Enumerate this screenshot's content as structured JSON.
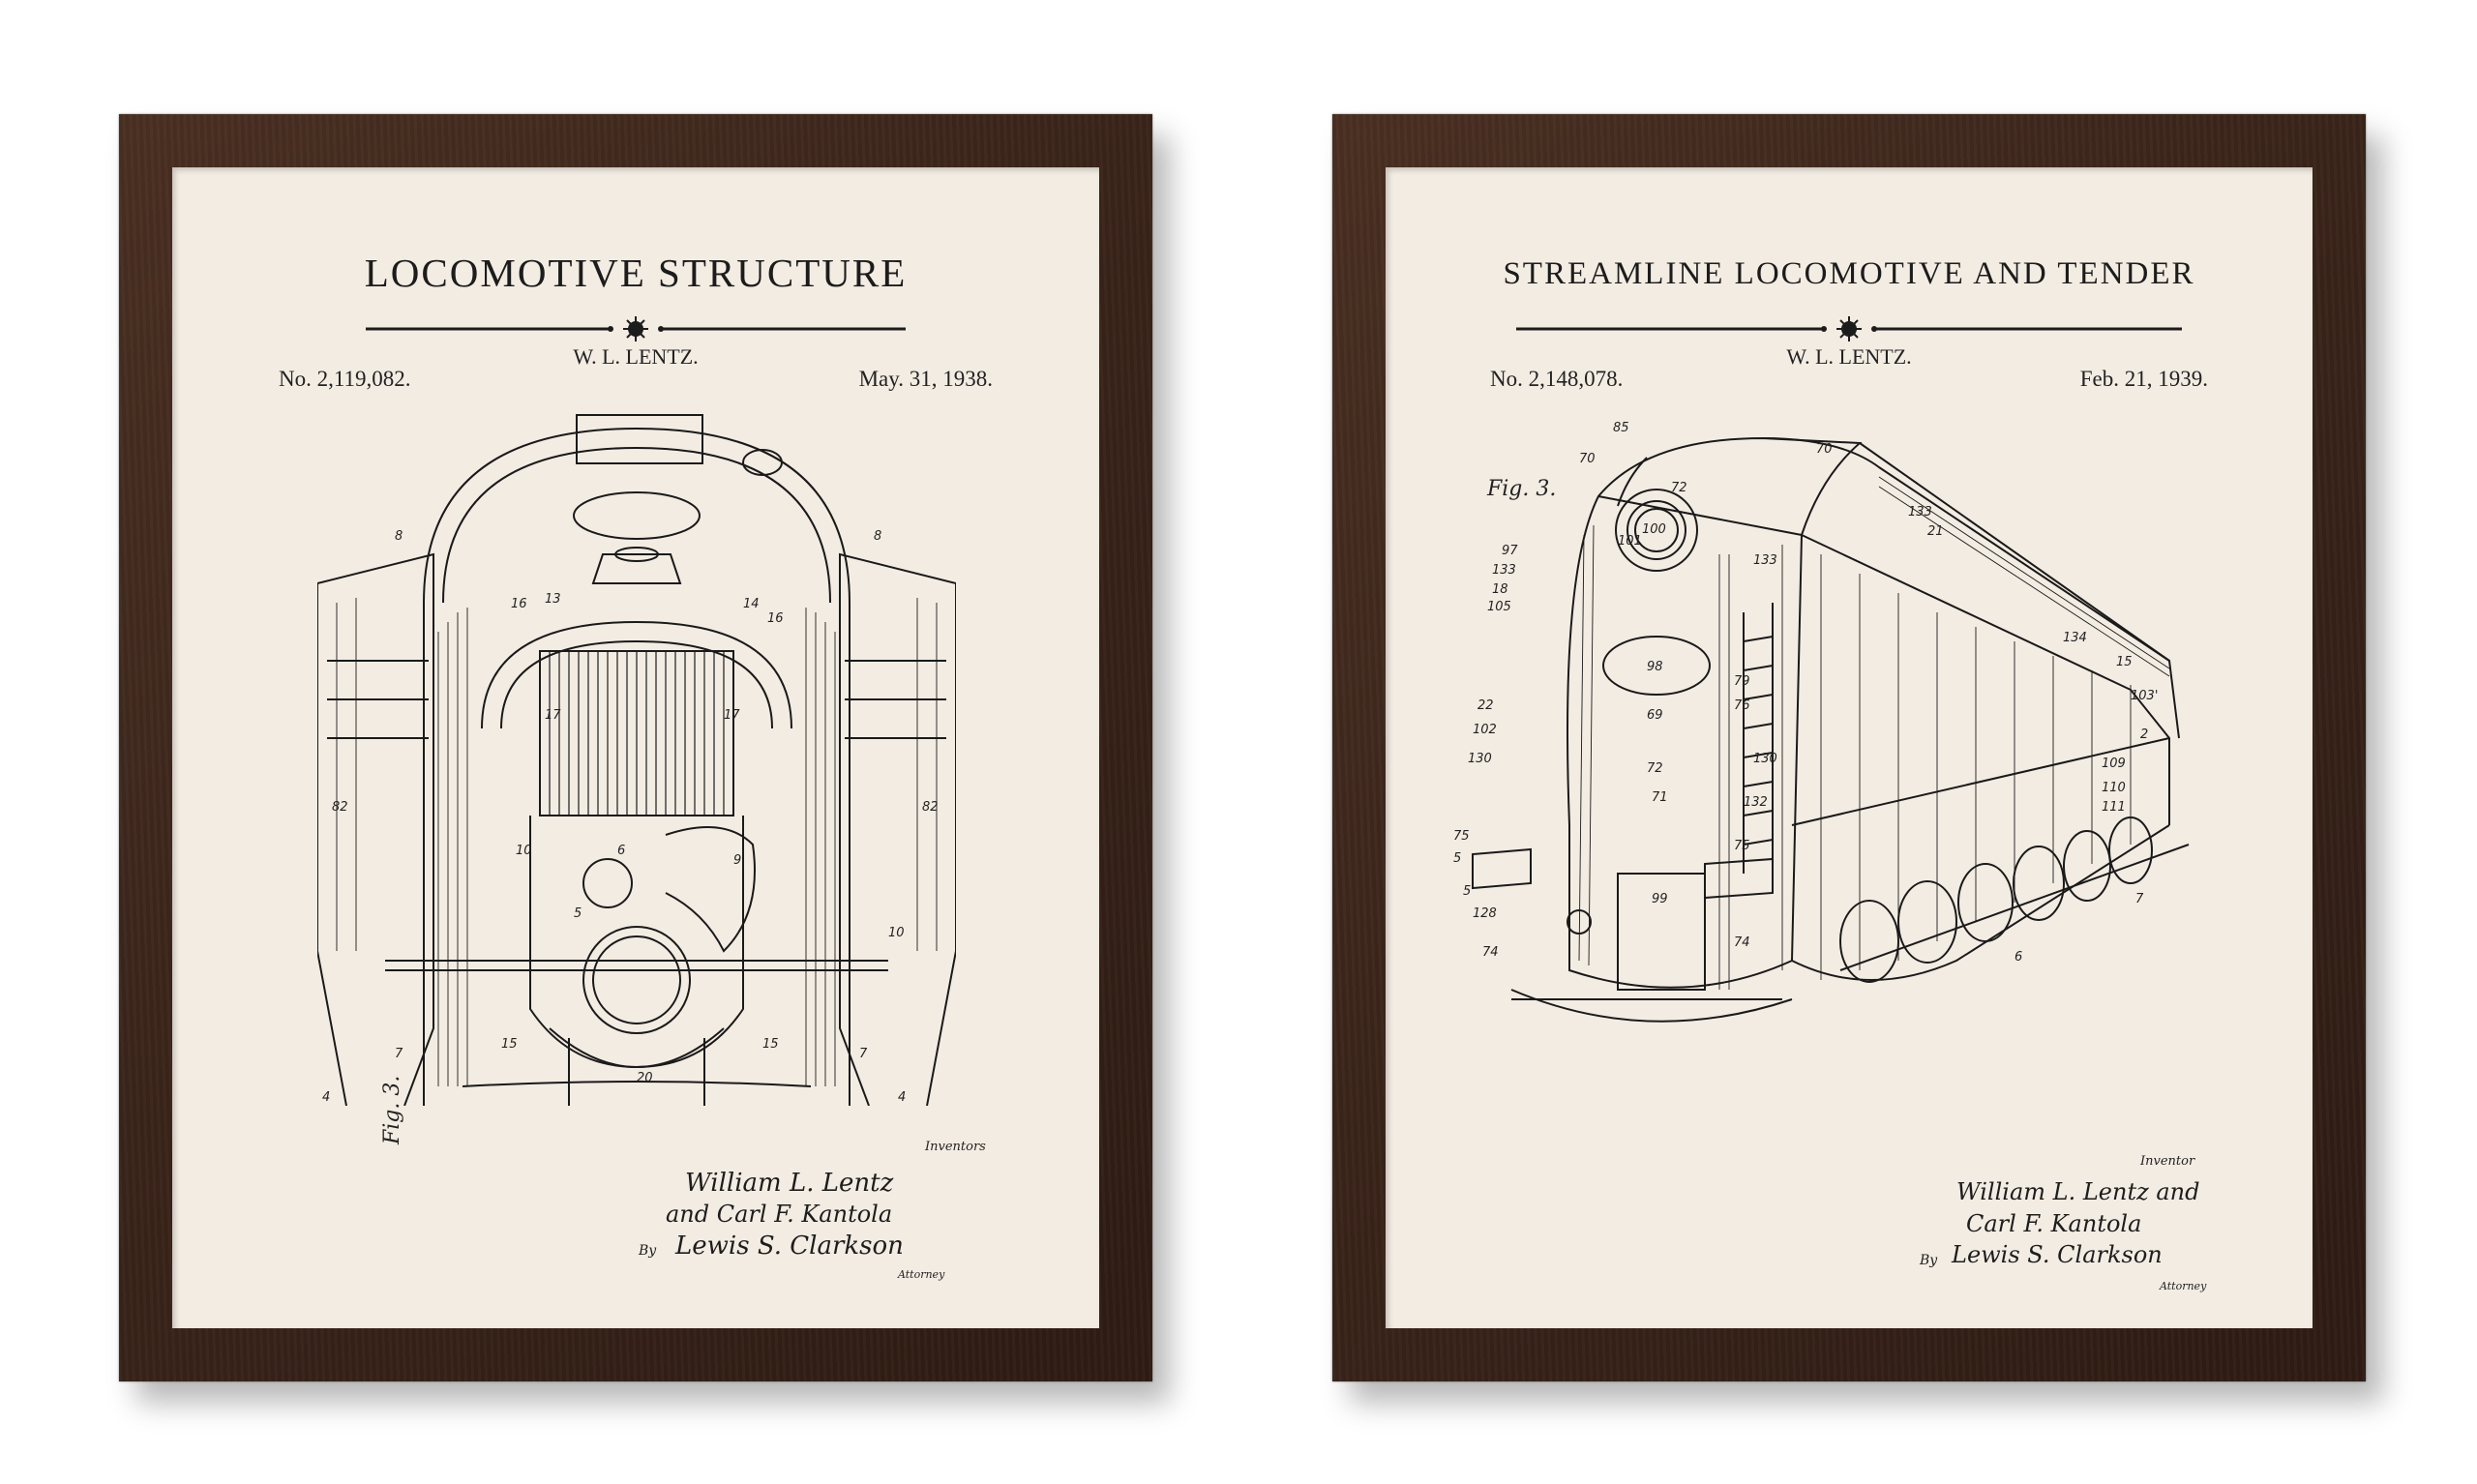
{
  "posters": [
    {
      "title": "LOCOMOTIVE STRUCTURE",
      "inventor": "W. L. LENTZ.",
      "patent_number": "No. 2,119,082.",
      "date": "May. 31, 1938.",
      "inventor_label": "Inventors",
      "signature_1": "William L. Lentz",
      "signature_2": "and Carl F. Kantola",
      "by_label": "By",
      "attorney_signature": "Lewis S. Clarkson",
      "attorney_label": "Attorney",
      "fig_label": "Fig. 3."
    },
    {
      "title": "STREAMLINE LOCOMOTIVE AND TENDER",
      "inventor": "W. L. LENTZ.",
      "patent_number": "No. 2,148,078.",
      "date": "Feb. 21, 1939.",
      "inventor_label": "Inventor",
      "signature_1": "William L. Lentz and",
      "signature_2": "Carl F. Kantola",
      "by_label": "By",
      "attorney_signature": "Lewis S. Clarkson",
      "attorney_label": "Attorney",
      "fig_label": "Fig. 3."
    }
  ],
  "colors": {
    "frame": "#3a241a",
    "mat": "#f3ece3",
    "ink": "#1c1c1c"
  }
}
